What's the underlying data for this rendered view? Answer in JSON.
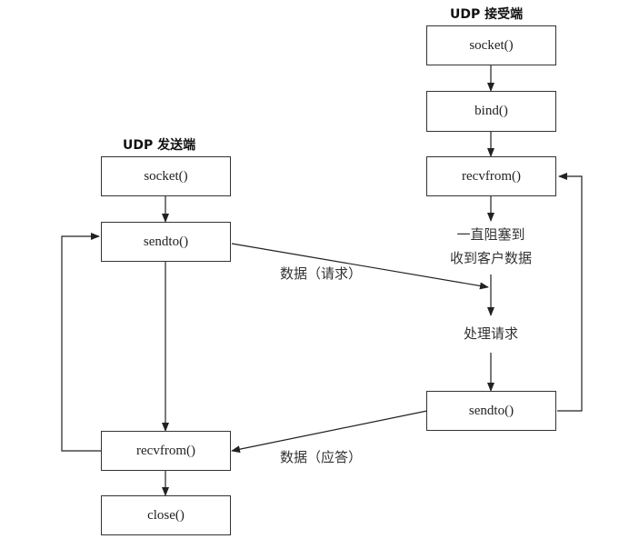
{
  "sender": {
    "title": "UDP  发送端",
    "socket": "socket()",
    "sendto": "sendto()",
    "recvfrom": "recvfrom()",
    "close": "close()"
  },
  "receiver": {
    "title": "UDP  接受端",
    "socket": "socket()",
    "bind": "bind()",
    "recvfrom": "recvfrom()",
    "sendto": "sendto()",
    "block_line1": "一直阻塞到",
    "block_line2": "收到客户数据",
    "process": "处理请求"
  },
  "messages": {
    "request": "数据（请求）",
    "response": "数据（应答）"
  }
}
